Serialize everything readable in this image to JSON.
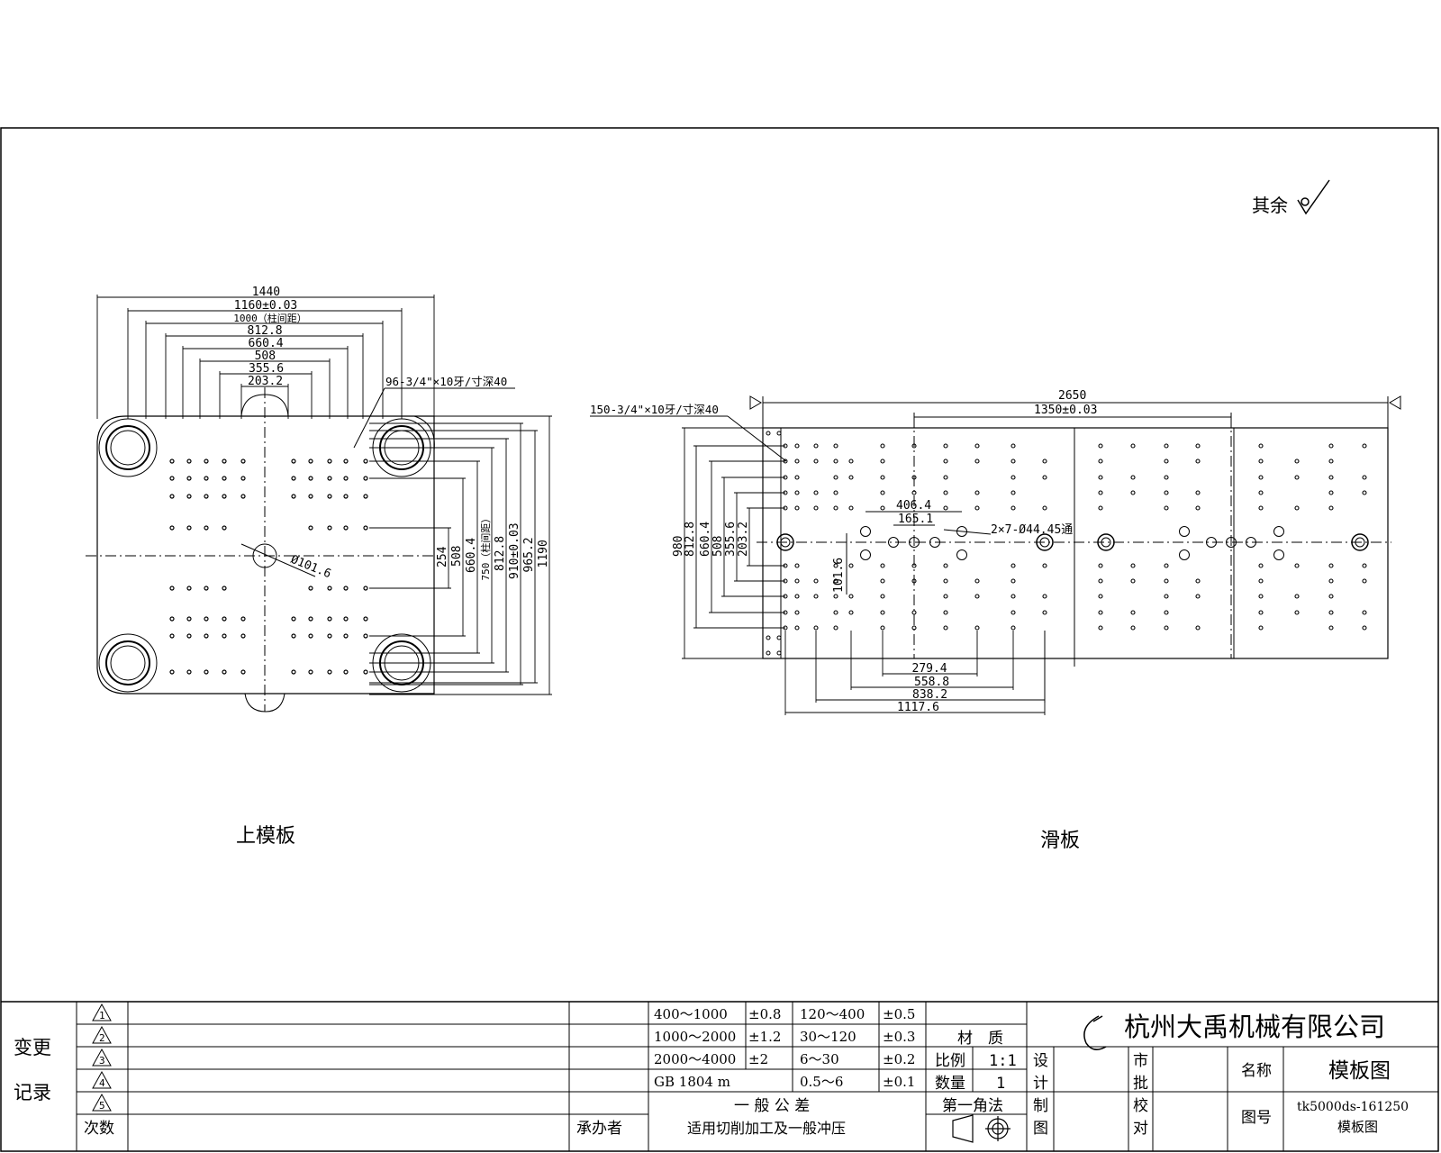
{
  "roughness_note": "其余",
  "upper_plate": {
    "title": "上模板",
    "dims_top": [
      "1440",
      "1160±0.03",
      "1000（柱间距）",
      "812.8",
      "660.4",
      "508",
      "355.6",
      "203.2"
    ],
    "thread_note": "96-3/4\"×10牙/寸深40",
    "dims_right": [
      "254",
      "508",
      "660.4",
      "750（柱间距）",
      "812.8",
      "910±0.03",
      "965.2",
      "1190"
    ],
    "center_hole": "Ø101.6"
  },
  "slide_plate": {
    "title": "滑板",
    "dims_top": [
      "2650",
      "1350±0.03"
    ],
    "thread_note": "150-3/4\"×10牙/寸深40",
    "dims_inner": [
      "406.4",
      "165.1"
    ],
    "hole_note": "2×7-Ø44.45通",
    "dims_left": [
      "980",
      "812.8",
      "660.4",
      "508",
      "355.6",
      "203.2"
    ],
    "dim_vertical": "101.6",
    "dims_bottom": [
      "279.4",
      "558.8",
      "838.2",
      "1117.6"
    ]
  },
  "title_block": {
    "change_label_1": "变更",
    "change_label_2": "记录",
    "rev_marks": [
      "1",
      "2",
      "3",
      "4",
      "5"
    ],
    "count_label": "次数",
    "handler_label": "承办者",
    "tolerances": [
      {
        "range": "400～1000",
        "tol": "±0.8",
        "range2": "120～400",
        "tol2": "±0.5"
      },
      {
        "range": "1000～2000",
        "tol": "±1.2",
        "range2": "30～120",
        "tol2": "±0.3"
      },
      {
        "range": "2000～4000",
        "tol": "±2",
        "range2": "6～30",
        "tol2": "±0.2"
      },
      {
        "range": "GB 1804 m",
        "tol": "",
        "range2": "0.5～6",
        "tol2": "±0.1"
      }
    ],
    "general_tol": "一 般 公 差",
    "general_tol_note": "适用切削加工及一般冲压",
    "material_label": "材　质",
    "scale_label": "比例",
    "scale_value": "1:1",
    "qty_label": "数量",
    "qty_value": "1",
    "projection_label": "第一角法",
    "design_1": "设",
    "design_2": "计",
    "draw_1": "制",
    "draw_2": "图",
    "approve_1": "市",
    "approve_2": "批",
    "check_1": "校",
    "check_2": "对",
    "company": "杭州大禹机械有限公司",
    "name_label": "名称",
    "name_value": "模板图",
    "drawing_no_label": "图号",
    "drawing_no": "tk5000ds-161250",
    "drawing_no_sub": "模板图"
  }
}
